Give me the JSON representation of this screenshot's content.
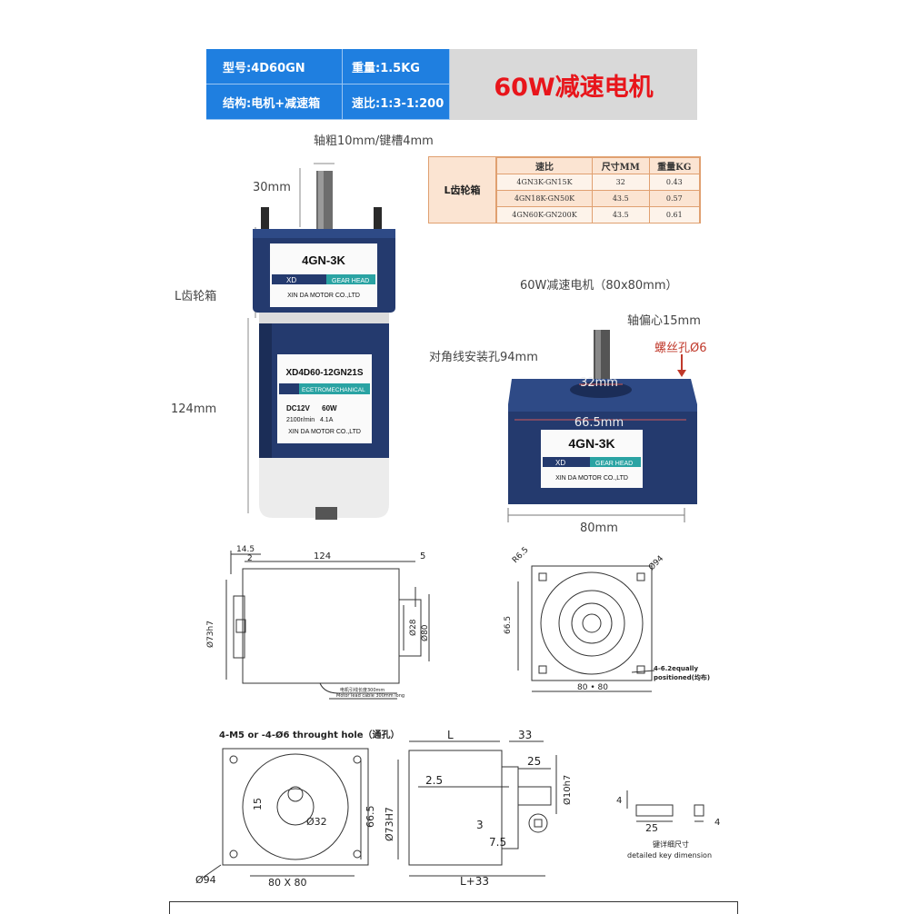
{
  "banner": {
    "model": "型号:4D60GN",
    "weight": "重量:1.5KG",
    "structure": "结构:电机+减速箱",
    "ratio": "速比:1:3-1:200",
    "title": "60W减速电机"
  },
  "labels": {
    "shaft": "轴粗10mm/键槽4mm",
    "shaft_len": "30mm",
    "gearbox_l": "L齿轮箱",
    "motor_len": "124mm",
    "square_title": "60W减速电机（80x80mm）",
    "offset": "轴偏心15mm",
    "screw": "螺丝孔Ø6",
    "diag": "对角线安装孔94mm",
    "d32": "32mm",
    "d665": "66.5mm",
    "d80": "80mm"
  },
  "gear_table": {
    "side": "L齿轮箱",
    "headers": [
      "速比",
      "尺寸MM",
      "重量KG"
    ],
    "rows": [
      [
        "4GN3K-GN15K",
        "32",
        "0.43"
      ],
      [
        "4GN18K-GN50K",
        "43.5",
        "0.57"
      ],
      [
        "4GN60K-GN200K",
        "43.5",
        "0.61"
      ]
    ]
  },
  "motor_photo": {
    "gear_model": "4GN-3K",
    "brand": "XD",
    "gear_head": "GEAR HEAD",
    "company": "XIN DA MOTOR CO.,LTD",
    "motor_model": "XD4D60-12GN21S",
    "ecetro": "ECETROMECHANICAL",
    "spec1": "DC12V      60W",
    "spec2": "2100r/min   4.1A",
    "company2": "XIN DA MOTOR CO.,LTD"
  },
  "square_photo": {
    "model": "4GN-3K",
    "brand": "XD",
    "gear_head": "GEAR HEAD",
    "company": "XIN DA MOTOR CO.,LTD"
  },
  "drawing_top_left": {
    "d145": "14.5",
    "d2": "2",
    "d124": "124",
    "d5": "5",
    "d73": "Ø73h7",
    "d28": "Ø28",
    "d80": "Ø80",
    "cable1": "电机引线长度300mm",
    "cable2": "Motor lead cable 300mm long"
  },
  "drawing_top_right": {
    "r65": "R6.5",
    "d94": "Ø94",
    "d665": "66.5",
    "holes1": "4-6.2equally",
    "holes2": "positioned(均布)",
    "d8080": "80 • 80"
  },
  "drawing_bottom_left": {
    "title": "4-M5 or -4-Ø6 throught hole（通孔）",
    "d15": "15",
    "d32": "Ø32",
    "d665": "66.5",
    "d94": "Ø94",
    "d8080": "80 X 80"
  },
  "drawing_bottom_mid": {
    "L": "L",
    "d33": "33",
    "d25": "25",
    "d10": "Ø10h7",
    "d25b": "2.5",
    "d73": "Ø73H7",
    "d3": "3",
    "d75": "7.5",
    "L33": "L+33"
  },
  "key_detail": {
    "d4": "4",
    "d25": "25",
    "d4b": "4",
    "cn": "键详细尺寸",
    "en": "detailed key dimension"
  },
  "colors": {
    "banner_blue": "#1f7fe0",
    "title_red": "#e8151b",
    "motor_navy": "#243a6e"
  }
}
